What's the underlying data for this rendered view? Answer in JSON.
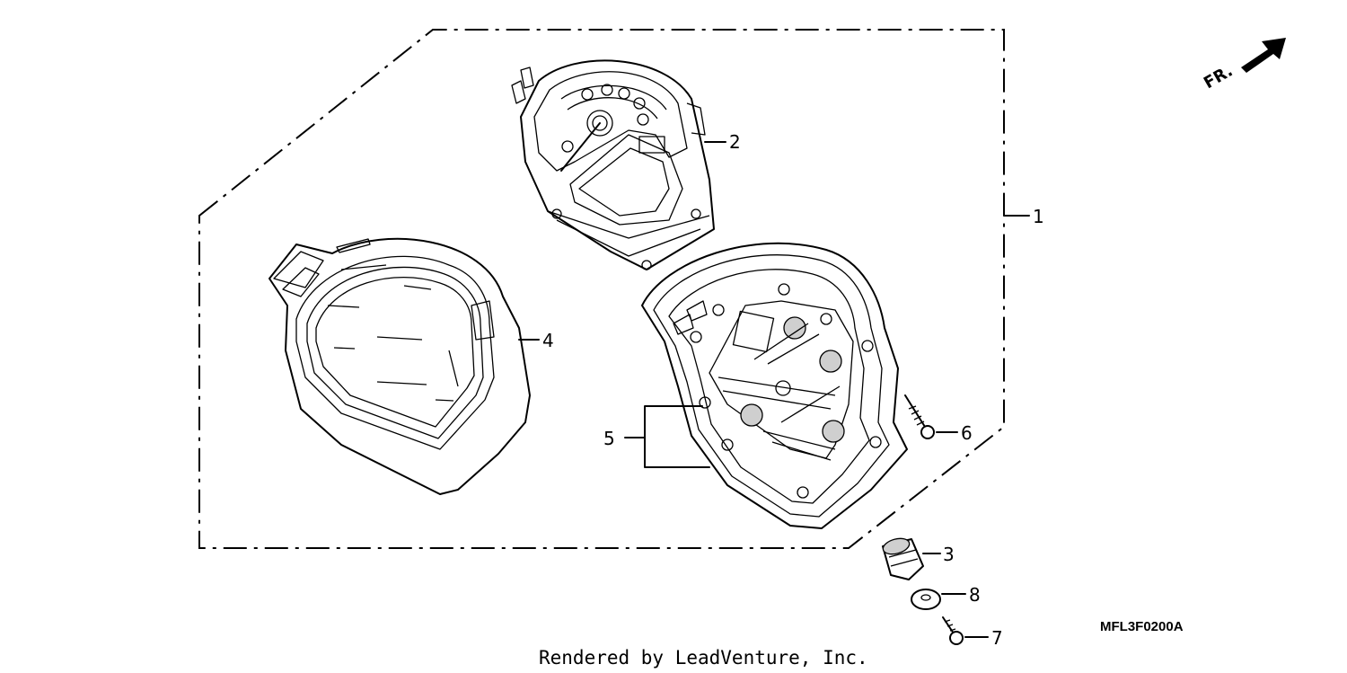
{
  "diagram": {
    "callouts": [
      {
        "id": "1",
        "label": "1"
      },
      {
        "id": "2",
        "label": "2"
      },
      {
        "id": "3",
        "label": "3"
      },
      {
        "id": "4",
        "label": "4"
      },
      {
        "id": "5",
        "label": "5"
      },
      {
        "id": "6",
        "label": "6"
      },
      {
        "id": "7",
        "label": "7"
      },
      {
        "id": "8",
        "label": "8"
      }
    ],
    "direction_label": "FR.",
    "drawing_code": "MFL3F0200A",
    "footer": "Rendered by LeadVenture, Inc."
  }
}
